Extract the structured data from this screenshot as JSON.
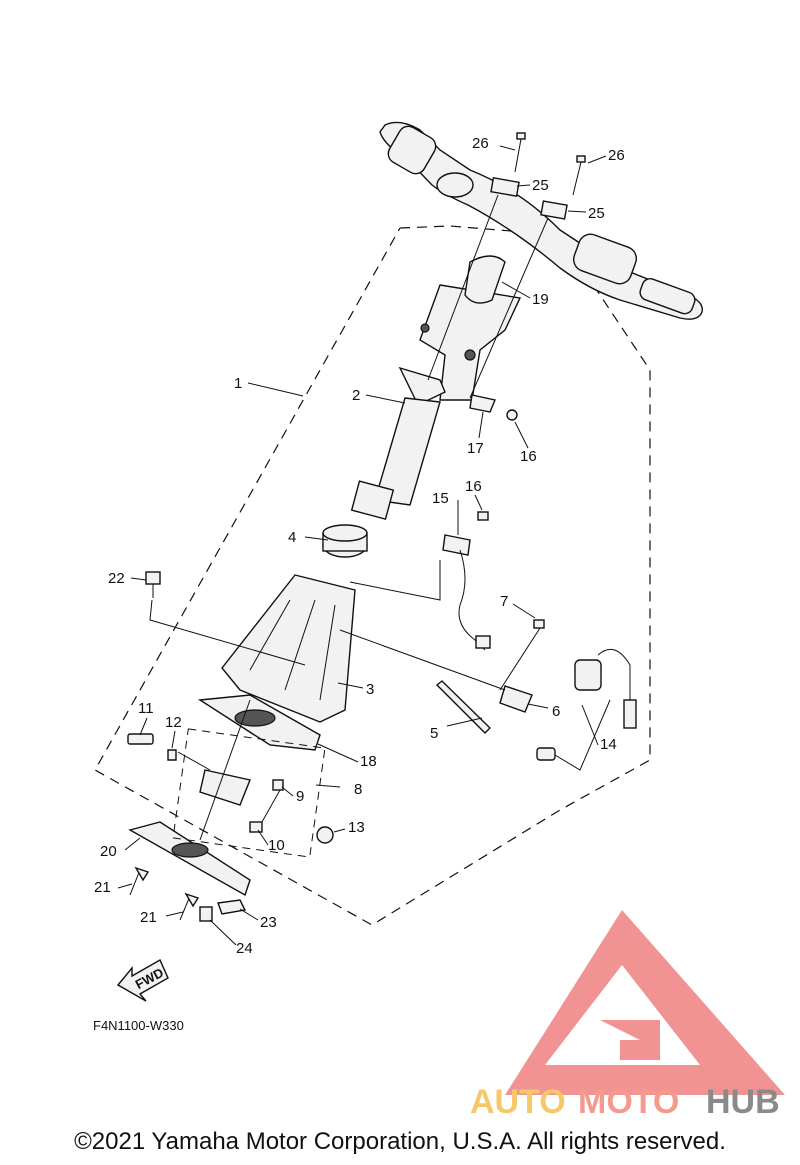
{
  "diagram": {
    "code": "F4N1100-W330",
    "fwd_label": "FWD",
    "callouts": [
      "1",
      "2",
      "3",
      "4",
      "5",
      "6",
      "7",
      "8",
      "9",
      "10",
      "11",
      "12",
      "13",
      "14",
      "15",
      "16",
      "16",
      "17",
      "18",
      "19",
      "20",
      "21",
      "21",
      "22",
      "23",
      "24",
      "25",
      "25",
      "26",
      "26"
    ]
  },
  "logo": {
    "part1": "AUTO",
    "part2": "MOTO",
    "part3": "HUB",
    "colors": {
      "auto": "#f7c86a",
      "moto": "#f39a8c",
      "hub": "#8a8a8a",
      "triangle": "#f08080"
    }
  },
  "footer": {
    "copyright": "©2021 Yamaha Motor Corporation, U.S.A. All rights reserved."
  }
}
